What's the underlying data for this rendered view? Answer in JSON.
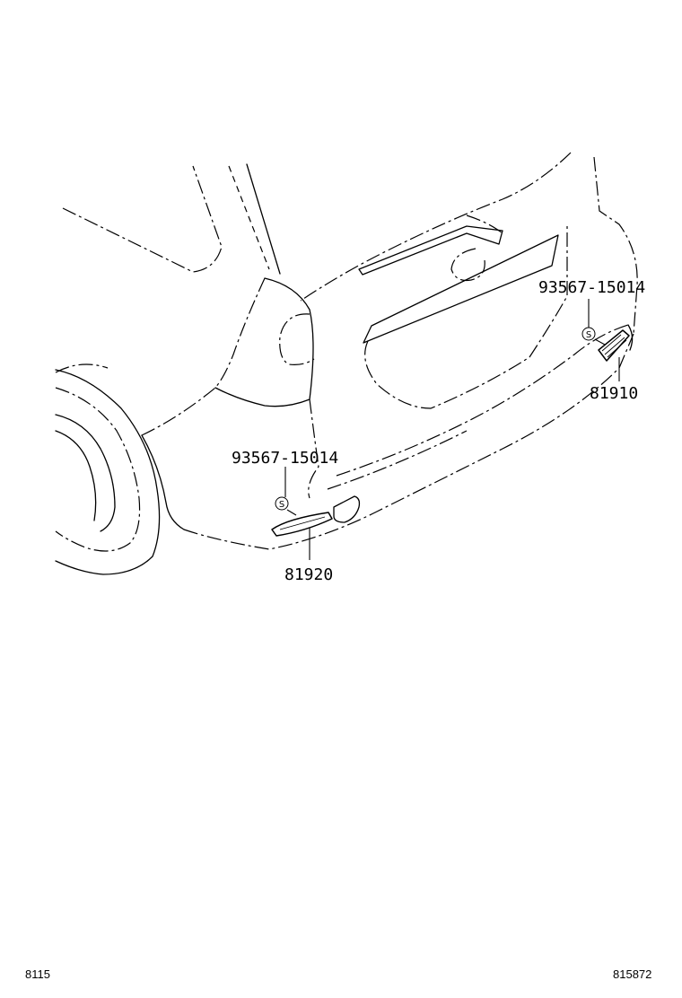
{
  "callouts": {
    "clip_upper": "93567-15014",
    "reflector_right": "81910",
    "clip_lower": "93567-15014",
    "reflector_left": "81920"
  },
  "symbol": {
    "label": "S"
  },
  "footer": {
    "figure_number": "8115",
    "illustration_number": "815872"
  }
}
